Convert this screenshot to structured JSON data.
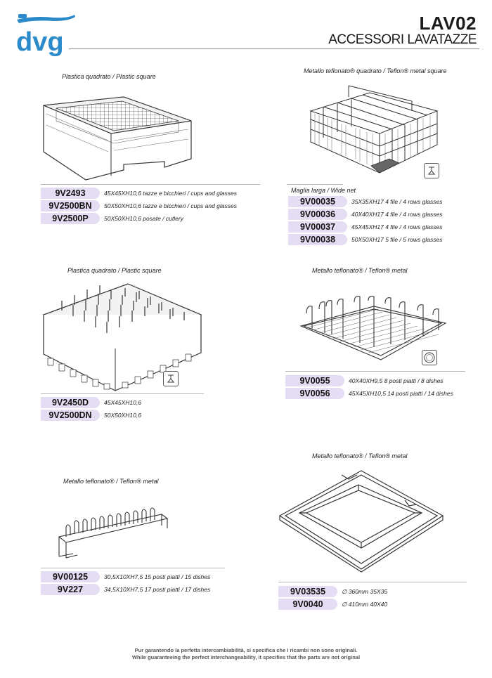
{
  "header": {
    "brand": "dvg",
    "code": "LAV02",
    "subtitle": "ACCESSORI LAVATAZZE"
  },
  "sections": [
    {
      "caption": "Plastica quadrato / Plastic square",
      "rows": [
        {
          "code": "9V2493",
          "desc": "45X45XH10,6 tazze e bicchieri / cups and glasses"
        },
        {
          "code": "9V2500BN",
          "desc": "50X50XH10,6 tazze e bicchieri / cups and glasses"
        },
        {
          "code": "9V2500P",
          "desc": "50X50XH10,6 posate / cutlery"
        }
      ]
    },
    {
      "caption": "Metallo teflonato® quadrato / Teflon® metal square",
      "note": "Maglia larga / Wide net",
      "icon": "glass-icon",
      "rows": [
        {
          "code": "9V00035",
          "desc": "35X35XH17 4 file / 4 rows glasses"
        },
        {
          "code": "9V00036",
          "desc": "40X40XH17 4 file / 4 rows glasses"
        },
        {
          "code": "9V00037",
          "desc": "45X45XH17 4 file / 4 rows glasses"
        },
        {
          "code": "9V00038",
          "desc": "50X50XH17 5 file / 5 rows glasses"
        }
      ]
    },
    {
      "caption": "Plastica quadrato / Plastic square",
      "icon": "glass-icon",
      "rows": [
        {
          "code": "9V2450D",
          "desc": "45X45XH10,6"
        },
        {
          "code": "9V2500DN",
          "desc": "50X50XH10,6"
        }
      ]
    },
    {
      "caption": "Metallo teflonato® / Teflon® metal",
      "icon": "plate-icon",
      "rows": [
        {
          "code": "9V0055",
          "desc": "40X40XH9,5 8 posti piatti / 8 dishes"
        },
        {
          "code": "9V0056",
          "desc": "45X45XH10,5 14 posti piatti / 14 dishes"
        }
      ]
    },
    {
      "caption": "Metallo teflonato® / Teflon® metal",
      "rows": [
        {
          "code": "9V00125",
          "desc": "30,5X10XH7,5 15 posti piatti / 15 dishes"
        },
        {
          "code": "9V227",
          "desc": "34,5X10XH7,5 17 posti piatti / 17 dishes"
        }
      ]
    },
    {
      "caption": "Metallo teflonato® / Teflon® metal",
      "rows": [
        {
          "code": "9V03535",
          "desc": "∅ 360mm 35X35"
        },
        {
          "code": "9V0040",
          "desc": "∅ 410mm 40X40"
        }
      ]
    }
  ],
  "footer": {
    "line1": "Pur garantendo la perfetta intercambiabilità, si specifica che i ricambi non sono originali.",
    "line2": "While guaranteeing the perfect interchangeability, it specifies that the parts are not original"
  }
}
